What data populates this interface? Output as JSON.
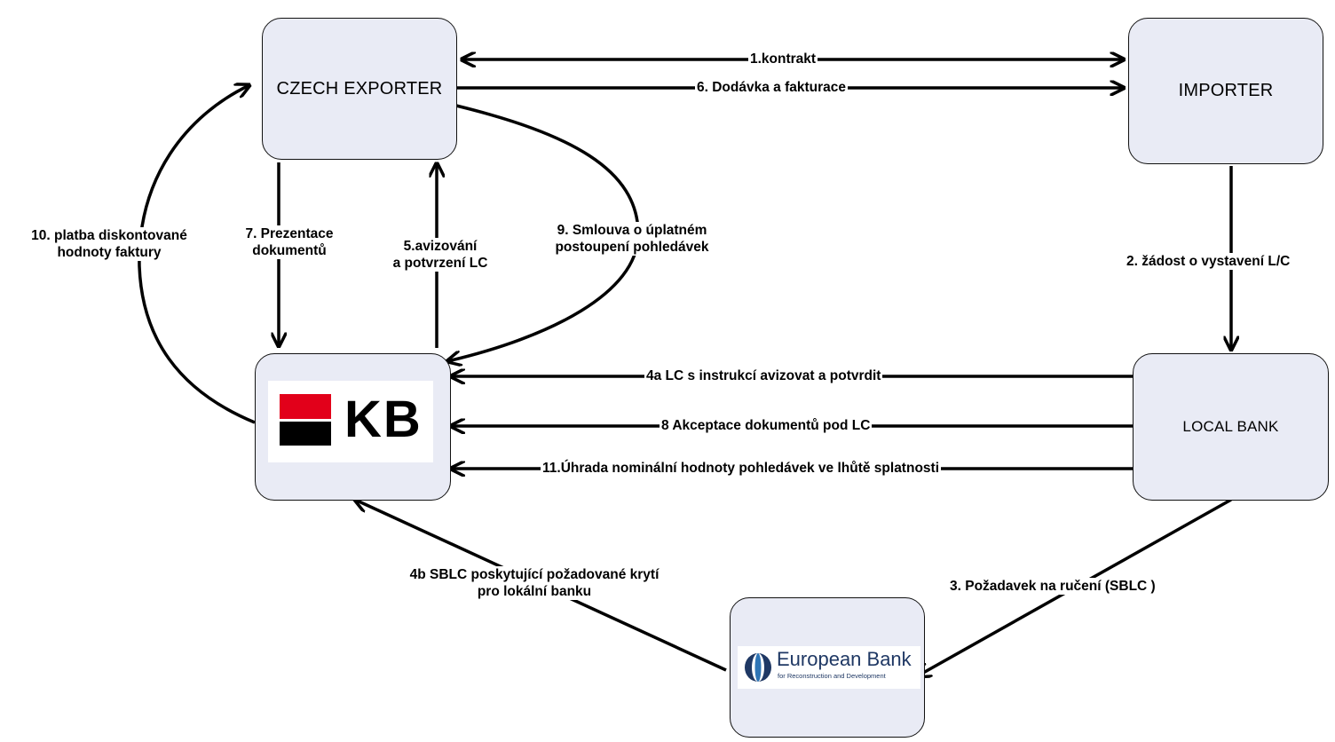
{
  "nodes": {
    "exporter": "CZECH EXPORTER",
    "importer": "IMPORTER",
    "local_bank": "LOCAL BANK",
    "kb_logo": "KB",
    "ebrd_name": "European Bank",
    "ebrd_sub": "for Reconstruction and Development"
  },
  "labels": {
    "l1": "1.kontrakt",
    "l6": "6. Dodávka a fakturace",
    "l2": "2. žádost o vystavení L/C",
    "l4a": "4a LC s instrukcí avizovat a potvrdit",
    "l8": "8 Akceptace dokumentů pod LC",
    "l11": "11.Úhrada nominální hodnoty pohledávek ve lhůtě splatnosti",
    "l3": "3. Požadavek na ručení (SBLC )",
    "l4b_line1": "4b SBLC poskytující požadované krytí",
    "l4b_line2": "pro lokální banku",
    "l5_line1": "5.avizování",
    "l5_line2": "a potvrzení LC",
    "l7_line1": "7. Prezentace",
    "l7_line2": "dokumentů",
    "l9_line1": "9. Smlouva o úplatném",
    "l9_line2": "postoupení pohledávek",
    "l10_line1": "10. platba diskontované",
    "l10_line2": "hodnoty faktury"
  },
  "colors": {
    "node_fill": "#e9ebf5",
    "kb_red": "#e2001a",
    "ebrd_blue": "#1f3864"
  }
}
